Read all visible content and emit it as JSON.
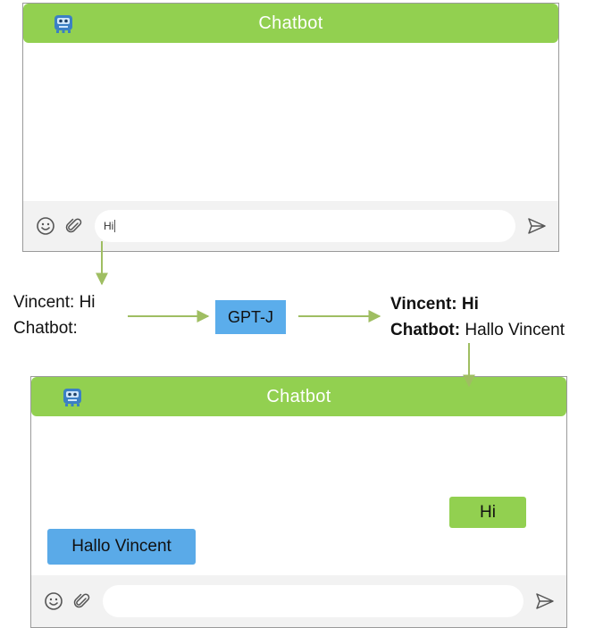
{
  "colors": {
    "header_green": "#92d050",
    "gptj_blue": "#5badeb",
    "bot_bubble_blue": "#5aaae8",
    "user_bubble_green": "#92d050",
    "arrow_green": "#9fbe62"
  },
  "top_chat": {
    "title": "Chatbot",
    "input_value": "Hi",
    "icons": [
      "robot-logo",
      "emoji-icon",
      "paperclip-icon",
      "send-icon"
    ]
  },
  "prompt_input": {
    "line1": "Vincent: Hi",
    "line2": "Chatbot:"
  },
  "model": {
    "label": "GPT-J"
  },
  "prompt_output": {
    "line1_speaker": "Vincent:",
    "line1_text": "Hi",
    "line2_speaker": "Chatbot:",
    "line2_text": "Hallo Vincent"
  },
  "bottom_chat": {
    "title": "Chatbot",
    "messages": [
      {
        "from": "user",
        "text": "Hi"
      },
      {
        "from": "bot",
        "text": "Hallo Vincent"
      }
    ],
    "input_value": ""
  }
}
